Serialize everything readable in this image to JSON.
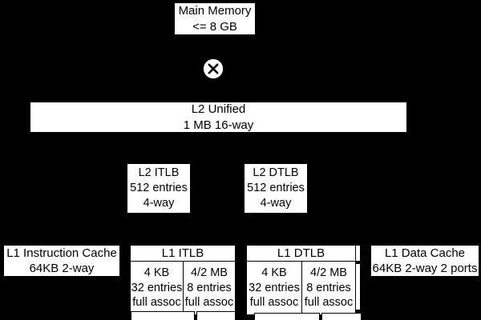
{
  "diagram": {
    "title": "Memory hierarchy block diagram",
    "background_color": "#000000",
    "box_fill_color": "#ffffff",
    "box_border_color": "#000000"
  },
  "main_memory": {
    "line1": "Main Memory",
    "line2": "<= 8 GB"
  },
  "connector": {
    "icon": "x-circle-icon"
  },
  "l2_unified": {
    "line1": "L2 Unified",
    "line2": "1 MB 16-way"
  },
  "l2_itlb": {
    "line1": "L2 ITLB",
    "line2": "512 entries",
    "line3": "4-way"
  },
  "l2_dtlb": {
    "line1": "L2 DTLB",
    "line2": "512 entries",
    "line3": "4-way"
  },
  "l1_instruction_cache": {
    "line1": "L1 Instruction Cache",
    "line2": "64KB 2-way"
  },
  "l1_data_cache": {
    "line1": "L1 Data Cache",
    "line2": "64KB 2-way 2 ports"
  },
  "l1_itlb": {
    "header": "L1 ITLB",
    "cells": [
      {
        "line1": "4 KB",
        "line2": "32 entries",
        "line3": "full assoc"
      },
      {
        "line1": "4/2 MB",
        "line2": "8 entries",
        "line3": "full assoc"
      }
    ]
  },
  "l1_dtlb": {
    "header": "L1 DTLB",
    "cells": [
      {
        "line1": "4 KB",
        "line2": "32 entries",
        "line3": "full assoc"
      },
      {
        "line1": "4/2 MB",
        "line2": "8 entries",
        "line3": "full assoc"
      }
    ]
  }
}
